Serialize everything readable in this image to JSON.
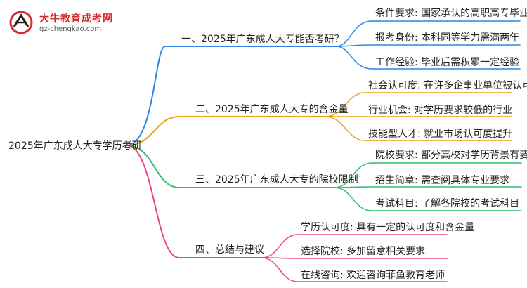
{
  "logo": {
    "title": "大牛教育成考网",
    "url": "gz-chengkao.com"
  },
  "root": "2025年广东成人大专学历考研",
  "branches": [
    {
      "label": "一、2025年广东成人大专能否考研？",
      "color": "#2f86e6",
      "children": [
        "条件要求: 国家承认的高职高专毕业学历",
        "报考身份: 本科同等学力需满两年",
        "工作经验: 毕业后需积累一定经验"
      ]
    },
    {
      "label": "二、2025年广东成人大专的含金量",
      "color": "#e8a317",
      "children": [
        "社会认可度: 在许多企事业单位被认可",
        "行业机会: 对学历要求较低的行业",
        "技能型人才: 就业市场认可度提升"
      ]
    },
    {
      "label": "三、2025年广东成人大专的院校限制",
      "color": "#2fbf71",
      "children": [
        "院校要求: 部分高校对学历背景有要求",
        "招生简章: 需查阅具体专业要求",
        "考试科目: 了解各院校的考试科目"
      ]
    },
    {
      "label": "四、总结与建议",
      "color": "#e8458a",
      "children": [
        "学历认可度: 具有一定的认可度和含金量",
        "选择院校: 多加留意相关要求",
        "在线咨询: 欢迎咨询菲鱼教育老师"
      ]
    }
  ]
}
